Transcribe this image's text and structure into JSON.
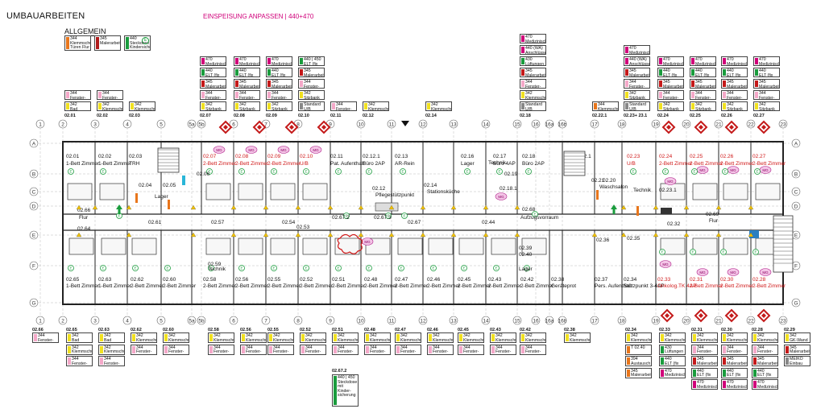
{
  "title": "UMBAUARBEITEN",
  "general": {
    "label": "ALLGEMEIN",
    "cards": [
      {
        "color": "#e8761c",
        "text": "344\nKlemmschutz\nTüren Flur"
      },
      {
        "color": "#b01c1c",
        "text": "345\nMalerarbeiten"
      },
      {
        "color": "#1a9c3d",
        "text": "440\nSteckdose\nKindersicher",
        "badge": "E"
      }
    ]
  },
  "feed_header": "EINSPEISUNG ANPASSEN | 440+470",
  "colors": {
    "pink": "#f4a8c8",
    "yellow": "#f0e020",
    "red": "#c41a1a",
    "magenta": "#d0007a",
    "green": "#1a9c3d",
    "orange": "#e8761c",
    "gray": "#888888"
  },
  "top_room_labels": [
    "02.01",
    "02.02",
    "02.03",
    "02.07",
    "02.08",
    "02.09",
    "02.10",
    "02.11",
    "02.12",
    "02.14",
    "02.18",
    "02.22.1",
    "02.23+ 23.1",
    "02.24",
    "02.25",
    "02.26",
    "02.27"
  ],
  "bottom_room_labels": [
    "02.66",
    "02.65",
    "02.63",
    "02.62",
    "02.60",
    "02.58",
    "02.56",
    "02.55",
    "02.52",
    "02.51",
    "02.48",
    "02.47",
    "02.46",
    "02.45",
    "02.43",
    "02.42",
    "02.38",
    "02.34",
    "02.33",
    "02.31",
    "02.30",
    "02.28",
    "02.29"
  ],
  "rooms_top": [
    {
      "id": "02.01",
      "name": "1-Bett Zimmer"
    },
    {
      "id": "02.02",
      "name": "1-Bett Zimmer"
    },
    {
      "id": "02.03",
      "name": "TRH"
    },
    {
      "id": "02.07",
      "name": "2-Bett Zimmer"
    },
    {
      "id": "02.08",
      "name": "2-Bett Zimmer"
    },
    {
      "id": "02.09",
      "name": "2-Bett Zimmer"
    },
    {
      "id": "02.10",
      "name": "U/B"
    },
    {
      "id": "02.11",
      "name": "Pat. Aufenthalt"
    },
    {
      "id": "02.12.1",
      "name": "Büro 2AP"
    },
    {
      "id": "02.13",
      "name": "AR-Rein"
    },
    {
      "id": "02.16",
      "name": "Lager"
    },
    {
      "id": "02.17",
      "name": "Büro 4AP"
    },
    {
      "id": "02.18",
      "name": "Büro 2AP"
    },
    {
      "id": "02.22.1",
      "name": "TRH"
    },
    {
      "id": "02.23",
      "name": "U/B"
    },
    {
      "id": "02.24",
      "name": "2-Bett Zimmer"
    },
    {
      "id": "02.25",
      "name": "2-Bett Zimmer"
    },
    {
      "id": "02.26",
      "name": "2-Bett Zimmer"
    },
    {
      "id": "02.27",
      "name": "2-Bett Zimmer"
    }
  ],
  "rooms_bottom": [
    {
      "id": "02.65",
      "name": "1-Bett Zimmer"
    },
    {
      "id": "02.63",
      "name": "1-Bett Zimmer"
    },
    {
      "id": "02.62",
      "name": "2-Bett Zimmer"
    },
    {
      "id": "02.60",
      "name": "2-Bett Zimmer"
    },
    {
      "id": "02.58",
      "name": "2-Bett Zimmer"
    },
    {
      "id": "02.56",
      "name": "2-Bett Zimmer"
    },
    {
      "id": "02.55",
      "name": "2-Bett Zimmer"
    },
    {
      "id": "02.52",
      "name": "2-Bett Zimmer"
    },
    {
      "id": "02.51",
      "name": "2-Bett Zimmer"
    },
    {
      "id": "02.48",
      "name": "2-Bett Zimmer"
    },
    {
      "id": "02.47",
      "name": "2-Bett Zimmer"
    },
    {
      "id": "02.46",
      "name": "2-Bett Zimmer"
    },
    {
      "id": "02.45",
      "name": "2-Bett Zimmer"
    },
    {
      "id": "02.43",
      "name": "2-Bett Zimmer"
    },
    {
      "id": "02.42",
      "name": "2-Bett Zimmer"
    },
    {
      "id": "02.38",
      "name": "Geräteprot"
    },
    {
      "id": "02.37",
      "name": "Pers. Aufenthalt"
    },
    {
      "id": "02.34",
      "name": "Stützpunkt 3-4AP"
    },
    {
      "id": "02.33",
      "name": "Onkolog.TK 4AP"
    },
    {
      "id": "02.31",
      "name": "2-Bett Zimmer"
    },
    {
      "id": "02.30",
      "name": "2-Bett Zimmer"
    },
    {
      "id": "02.28",
      "name": "2-Bett Zimmer"
    }
  ],
  "corridor_labels": [
    "02.66",
    "02.64",
    "02.61",
    "02.57",
    "02.54",
    "02.67.2",
    "02.67.3",
    "02.67",
    "02.44",
    "02.68",
    "02.35",
    "02.32",
    "02.69",
    "02.12",
    "02.14",
    "02.19",
    "02.18.1",
    "02.21",
    "02.20",
    "02.23.1",
    "02.04",
    "02.05",
    "02.06",
    "02.59",
    "02.53",
    "02.39",
    "02.40",
    "02.36"
  ],
  "corridor_names": [
    "Flur",
    "Lager",
    "Pflegestützpunkt",
    "Stationsküche",
    "Technik",
    "Aufzugsvorraum",
    "Waschsalon",
    "Technik",
    "Lager",
    "Technik",
    "Flur"
  ],
  "axis_top": [
    "1",
    "2",
    "3",
    "4",
    "5",
    "5a",
    "5b",
    "6",
    "7",
    "8",
    "9",
    "10",
    "11",
    "12",
    "13",
    "14",
    "15",
    "16",
    "16a",
    "16b",
    "17",
    "18",
    "19",
    "20",
    "21",
    "22",
    "23"
  ],
  "axis_side": [
    "A",
    "B",
    "C",
    "D",
    "E",
    "F",
    "G"
  ],
  "marks": {
    "mg": "MG",
    "e": "E",
    "bad": "Bad"
  },
  "cards_top": [
    {
      "label": "02.01",
      "items": [
        {
          "c": "pink",
          "t": "344\nFenster-\nsicherung"
        },
        {
          "c": "yellow",
          "t": "342\nBad\nWandfliesen"
        }
      ]
    },
    {
      "label": "02.02",
      "items": [
        {
          "c": "pink",
          "t": "344\nFenster-\nsicherung"
        },
        {
          "c": "yellow",
          "t": "342\nKlemmschutz"
        }
      ]
    },
    {
      "label": "02.03",
      "items": [
        {
          "c": "yellow",
          "t": "342\nKlemmschutz"
        }
      ]
    },
    {
      "label": "02.07",
      "items": [
        {
          "c": "magenta",
          "t": "470\nMedizinische\nGase +"
        },
        {
          "c": "green",
          "t": "440\nELT (fix EDV)\n2 Patienten"
        },
        {
          "c": "red",
          "t": "345\nMalerarbeiten\nWand"
        },
        {
          "c": "pink",
          "t": "344\nFenster-\nsicherung"
        },
        {
          "c": "yellow",
          "t": "342\nSitzbank\nRückbau |HK"
        }
      ]
    },
    {
      "label": "02.08",
      "items": [
        {
          "c": "magenta",
          "t": "470\nMedizinische\nGase +"
        },
        {
          "c": "green",
          "t": "440\nELT (fix EDV)\n2 Patienten"
        },
        {
          "c": "red",
          "t": "345\nMalerarbeiten\nWand"
        },
        {
          "c": "pink",
          "t": "344\nFenster-\nsicherung"
        },
        {
          "c": "yellow",
          "t": "342\nSitzbank\nRückbau |HK"
        }
      ]
    },
    {
      "label": "02.09",
      "items": [
        {
          "c": "magenta",
          "t": "470\nMedizinische\nGase +"
        },
        {
          "c": "green",
          "t": "440\nELT (fix EDV)\n2 Patienten"
        },
        {
          "c": "red",
          "t": "345\nMalerarbeiten\nWand"
        },
        {
          "c": "pink",
          "t": "344\nFenster-\nsicherung"
        },
        {
          "c": "yellow",
          "t": "342\nSitzbank\nRückbau |HK"
        }
      ]
    },
    {
      "label": "02.10",
      "items": [
        {
          "c": "green",
          "t": "440 | 450\nELT (fix EDV) WA\n2 Patienten"
        },
        {
          "c": "red",
          "t": "345\nMalerarbeiten\nWand"
        },
        {
          "c": "pink",
          "t": "344\nFenster-\nsicherung"
        },
        {
          "c": "yellow",
          "t": "342\nSitzbank\nRückbau |HK"
        },
        {
          "c": "gray",
          "t": "Standard\nU/B\nWandansicht"
        }
      ]
    },
    {
      "label": "02.11",
      "items": [
        {
          "c": "pink",
          "t": "344\nFenster-\nsicherung"
        }
      ]
    },
    {
      "label": "02.12",
      "items": [
        {
          "c": "yellow",
          "t": "342\nKlemmschutz"
        }
      ]
    },
    {
      "label": "02.14",
      "items": [
        {
          "c": "yellow",
          "t": "342\nKlemmschutz"
        }
      ]
    },
    {
      "label": "02.18",
      "items": [
        {
          "c": "magenta",
          "t": "470\nMedizinische\nGase"
        },
        {
          "c": "magenta",
          "t": "440 (WA)\nAnschlüsse\nergänzen"
        },
        {
          "c": "green",
          "t": "430\nLüftungen\nanpassen"
        },
        {
          "c": "red",
          "t": "345\nMalerarbeiten\nWand"
        },
        {
          "c": "pink",
          "t": "344\nFenster-\nsicherung"
        },
        {
          "c": "yellow",
          "t": "342\nKlemmschutz"
        },
        {
          "c": "gray",
          "t": "Standard\nU/B\nWandansicht"
        }
      ]
    },
    {
      "label": "02.22.1",
      "items": [
        {
          "c": "orange",
          "t": "344\nKlemmschutz"
        }
      ]
    },
    {
      "label": "02.23+ 23.1",
      "items": [
        {
          "c": "magenta",
          "t": "470\nMedizinische\nGase"
        },
        {
          "c": "magenta",
          "t": "440 (WA)\nAnschlüsse\nTV Anschlüsse"
        },
        {
          "c": "red",
          "t": "345\nMalerarbeiten\nWand"
        },
        {
          "c": "pink",
          "t": "344\nFenster-\nsicherung"
        },
        {
          "c": "yellow",
          "t": "342\nSitzbank\nRückbau |HK"
        },
        {
          "c": "gray",
          "t": "Standard\nU/B\nWandansicht"
        }
      ]
    },
    {
      "label": "02.24",
      "items": [
        {
          "c": "magenta",
          "t": "470\nMedizinische\nGase +"
        },
        {
          "c": "green",
          "t": "440\nELT (fix EDV)\n2 Patienten"
        },
        {
          "c": "red",
          "t": "345\nMalerarbeiten\nWand"
        },
        {
          "c": "pink",
          "t": "344\nFenster-\nsicherung"
        },
        {
          "c": "yellow",
          "t": "342\nSitzbank\nRückbau |HK"
        }
      ]
    },
    {
      "label": "02.25",
      "items": [
        {
          "c": "magenta",
          "t": "470\nMedizinische\nGase +"
        },
        {
          "c": "green",
          "t": "440\nELT (fix EDV)\n2 Patienten"
        },
        {
          "c": "red",
          "t": "345\nMalerarbeiten\nWand"
        },
        {
          "c": "pink",
          "t": "344\nFenster-\nsicherung"
        },
        {
          "c": "yellow",
          "t": "342\nSitzbank\nRückbau |HK"
        }
      ]
    },
    {
      "label": "02.26",
      "items": [
        {
          "c": "magenta",
          "t": "470\nMedizinische\nGase +"
        },
        {
          "c": "green",
          "t": "440\nELT (fix EDV)\n2 Patienten"
        },
        {
          "c": "red",
          "t": "345\nMalerarbeiten\nWand"
        },
        {
          "c": "pink",
          "t": "344\nFenster-\nsicherung"
        },
        {
          "c": "yellow",
          "t": "342\nSitzbank\nRückbau |HK"
        }
      ]
    },
    {
      "label": "02.27",
      "items": [
        {
          "c": "magenta",
          "t": "470\nMedizinische\nGase +"
        },
        {
          "c": "green",
          "t": "440\nELT (fix EDV)\n2 Patienten"
        },
        {
          "c": "red",
          "t": "345\nMalerarbeiten\nWand"
        },
        {
          "c": "pink",
          "t": "344\nFenster-\nsicherung"
        },
        {
          "c": "yellow",
          "t": "342\nSitzbank\nRückbau |HK"
        }
      ]
    }
  ],
  "cards_bottom": [
    {
      "label": "02.66",
      "items": [
        {
          "c": "pink",
          "t": "344\nFenster-\nsicherung"
        }
      ]
    },
    {
      "label": "02.65",
      "items": [
        {
          "c": "yellow",
          "t": "342\nBad\nWandfliesen"
        },
        {
          "c": "yellow",
          "t": "342\nKlemmschutz"
        },
        {
          "c": "pink",
          "t": "344\nFenster-\nsicherung"
        }
      ]
    },
    {
      "label": "02.63",
      "items": [
        {
          "c": "yellow",
          "t": "342\nBad\nWandfliesen"
        },
        {
          "c": "yellow",
          "t": "342\nKlemmschutz"
        },
        {
          "c": "pink",
          "t": "344\nFenster-\nsicherung"
        }
      ]
    },
    {
      "label": "02.62",
      "items": [
        {
          "c": "yellow",
          "t": "342\nKlemmschutz"
        },
        {
          "c": "pink",
          "t": "344\nFenster-\nsicherung"
        }
      ]
    },
    {
      "label": "02.60",
      "items": [
        {
          "c": "yellow",
          "t": "342\nKlemmschutz"
        },
        {
          "c": "pink",
          "t": "344\nFenster-\nsicherung"
        }
      ]
    },
    {
      "label": "02.58",
      "items": [
        {
          "c": "yellow",
          "t": "342\nKlemmschutz"
        },
        {
          "c": "pink",
          "t": "344\nFenster-\nsicherung"
        }
      ]
    },
    {
      "label": "02.56",
      "items": [
        {
          "c": "yellow",
          "t": "342\nKlemmschutz"
        },
        {
          "c": "pink",
          "t": "344\nFenster-\nsicherung"
        }
      ]
    },
    {
      "label": "02.55",
      "items": [
        {
          "c": "yellow",
          "t": "342\nKlemmschutz"
        },
        {
          "c": "pink",
          "t": "344\nFenster-\nsicherung"
        }
      ]
    },
    {
      "label": "02.52",
      "items": [
        {
          "c": "yellow",
          "t": "342\nKlemmschutz"
        },
        {
          "c": "pink",
          "t": "344\nFenster-\nsicherung"
        }
      ]
    },
    {
      "label": "02.51",
      "items": [
        {
          "c": "yellow",
          "t": "342\nKlemmschutz"
        },
        {
          "c": "pink",
          "t": "344\nFenster-\nsicherung"
        }
      ]
    },
    {
      "label": "02.48",
      "items": [
        {
          "c": "yellow",
          "t": "342\nKlemmschutz"
        },
        {
          "c": "pink",
          "t": "344\nFenster-\nsicherung"
        }
      ]
    },
    {
      "label": "02.47",
      "items": [
        {
          "c": "yellow",
          "t": "342\nKlemmschutz"
        },
        {
          "c": "pink",
          "t": "344\nFenster-\nsicherung"
        }
      ]
    },
    {
      "label": "02.46",
      "items": [
        {
          "c": "yellow",
          "t": "342\nKlemmschutz"
        },
        {
          "c": "pink",
          "t": "344\nFenster-\nsicherung"
        }
      ]
    },
    {
      "label": "02.45",
      "items": [
        {
          "c": "yellow",
          "t": "342\nKlemmschutz"
        },
        {
          "c": "pink",
          "t": "344\nFenster-\nsicherung"
        }
      ]
    },
    {
      "label": "02.43",
      "items": [
        {
          "c": "yellow",
          "t": "342\nKlemmschutz"
        },
        {
          "c": "pink",
          "t": "344\nFenster-\nsicherung"
        }
      ]
    },
    {
      "label": "02.42",
      "items": [
        {
          "c": "yellow",
          "t": "342\nKlemmschutz"
        },
        {
          "c": "pink",
          "t": "344\nFenster-\nsicherung"
        }
      ]
    },
    {
      "label": "02.38",
      "items": [
        {
          "c": "yellow",
          "t": "342\nKlemmschutz"
        }
      ]
    },
    {
      "label": "02.34",
      "items": [
        {
          "c": "yellow",
          "t": "342\nKlemmschutz"
        },
        {
          "c": "orange",
          "t": "T 02.40\n\n310\nTrockenbau"
        },
        {
          "c": "orange",
          "t": "394\nAustausch Tür"
        },
        {
          "c": "orange",
          "t": "345\nMalerarbeiten"
        }
      ]
    },
    {
      "label": "02.33",
      "items": [
        {
          "c": "yellow",
          "t": "342\nKlemmschutz"
        },
        {
          "c": "green",
          "t": "430\nLüftungen\nerhöhen"
        },
        {
          "c": "green",
          "t": "440\nELT (fix EDV)\n2 Patienten"
        },
        {
          "c": "magenta",
          "t": "470\nMedizinische\nGase"
        }
      ]
    },
    {
      "label": "02.31",
      "items": [
        {
          "c": "yellow",
          "t": "342\nKlemmschutz"
        },
        {
          "c": "pink",
          "t": "344\nFenster-\nsicherung"
        },
        {
          "c": "red",
          "t": "345\nMalerarbeiten\nWand"
        },
        {
          "c": "green",
          "t": "440\nELT (fix EDV)\n2 Patienten"
        },
        {
          "c": "magenta",
          "t": "470\nMedizinische\nGase"
        }
      ]
    },
    {
      "label": "02.30",
      "items": [
        {
          "c": "yellow",
          "t": "342\nKlemmschutz"
        },
        {
          "c": "pink",
          "t": "344\nFenster-\nsicherung"
        },
        {
          "c": "red",
          "t": "345\nMalerarbeiten\nWand"
        },
        {
          "c": "green",
          "t": "440\nELT (fix EDV)\n2 Patienten"
        },
        {
          "c": "magenta",
          "t": "470\nMedizinische\nGase"
        }
      ]
    },
    {
      "label": "02.28",
      "items": [
        {
          "c": "yellow",
          "t": "342\nKlemmschutz"
        },
        {
          "c": "pink",
          "t": "344\nFenster-\nsicherung"
        },
        {
          "c": "red",
          "t": "345\nMalerarbeiten\nWand"
        },
        {
          "c": "green",
          "t": "440\nELT (fix EDV)\n2 Patienten"
        },
        {
          "c": "magenta",
          "t": "470\nMedizinische\nGase"
        }
      ]
    },
    {
      "label": "02.29",
      "items": [
        {
          "c": "yellow",
          "t": "342\nGK-Wand De-\nund Montage"
        },
        {
          "c": "red",
          "t": "345\nMalerarbeiten\nWand"
        },
        {
          "c": "gray",
          "t": "MEIKO Einbau\n(1x1,5)"
        }
      ]
    }
  ],
  "card_extra": {
    "label": "02.67.2",
    "items": [
      {
        "c": "green",
        "t": "440 | 450\nSteckdose\nmit Kinder-\nsicherung"
      }
    ]
  }
}
